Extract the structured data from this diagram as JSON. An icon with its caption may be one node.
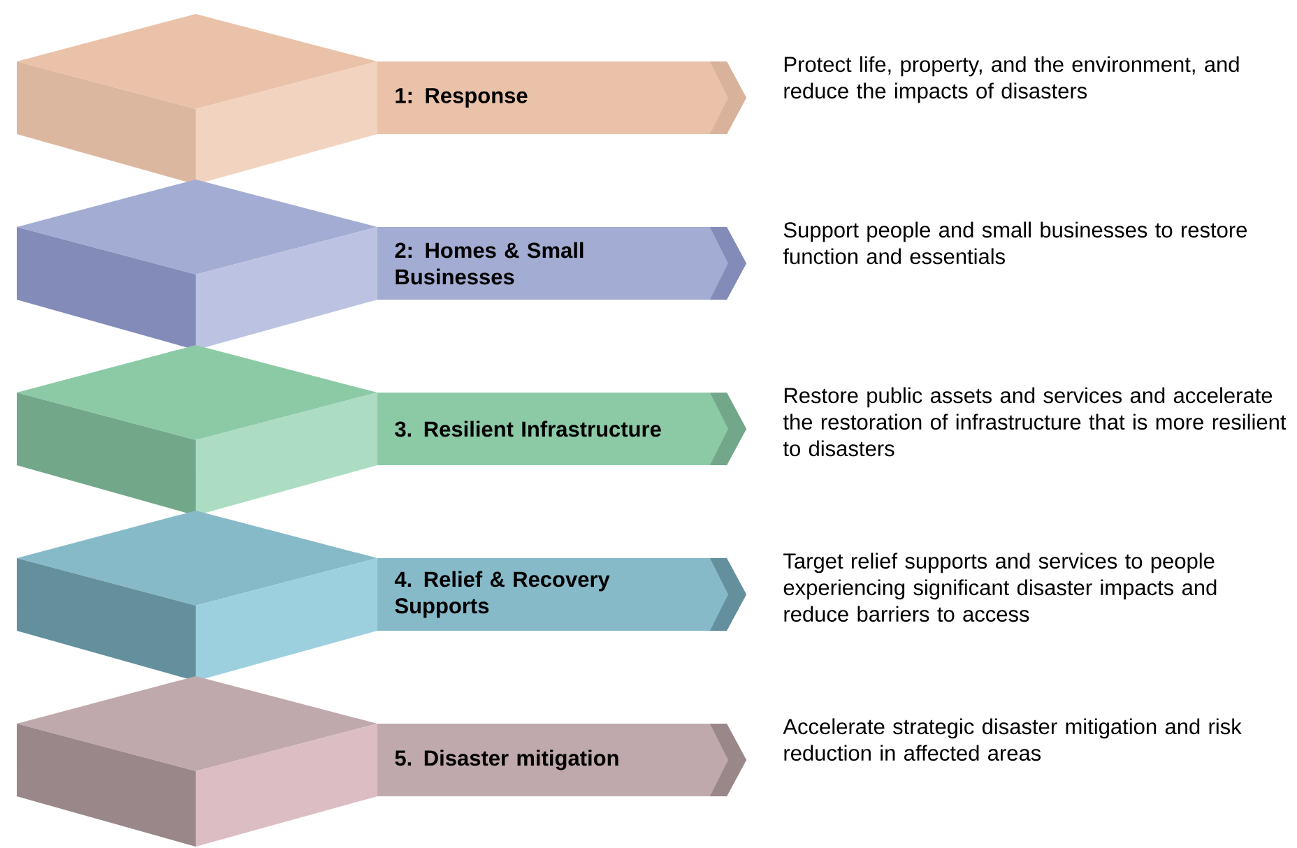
{
  "diagram": {
    "nodes": [
      {
        "text": [
          "1: Response"
        ],
        "beside": [
          "Protect life, property, and the environment, and reduce the impacts of disasters"
        ]
      },
      {
        "text": [
          "2: Homes & Small Businesses"
        ],
        "beside": [
          "Support people and small businesses to restore function and essentials"
        ]
      },
      {
        "text": [
          "3. Resilient Infrastructure"
        ],
        "beside": [
          "Restore public assets and services and accelerate the restoration of infrastructure that is more resilient to disasters"
        ]
      },
      {
        "text": [
          "4. Relief & Recovery Supports"
        ],
        "beside": [
          "Target relief supports and services to people experiencing significant disaster impacts and reduce barriers to access"
        ]
      },
      {
        "text": [
          "5. Disaster mitigation"
        ],
        "beside": [
          "Accelerate strategic disaster mitigation and risk reduction in affected areas"
        ]
      }
    ]
  }
}
